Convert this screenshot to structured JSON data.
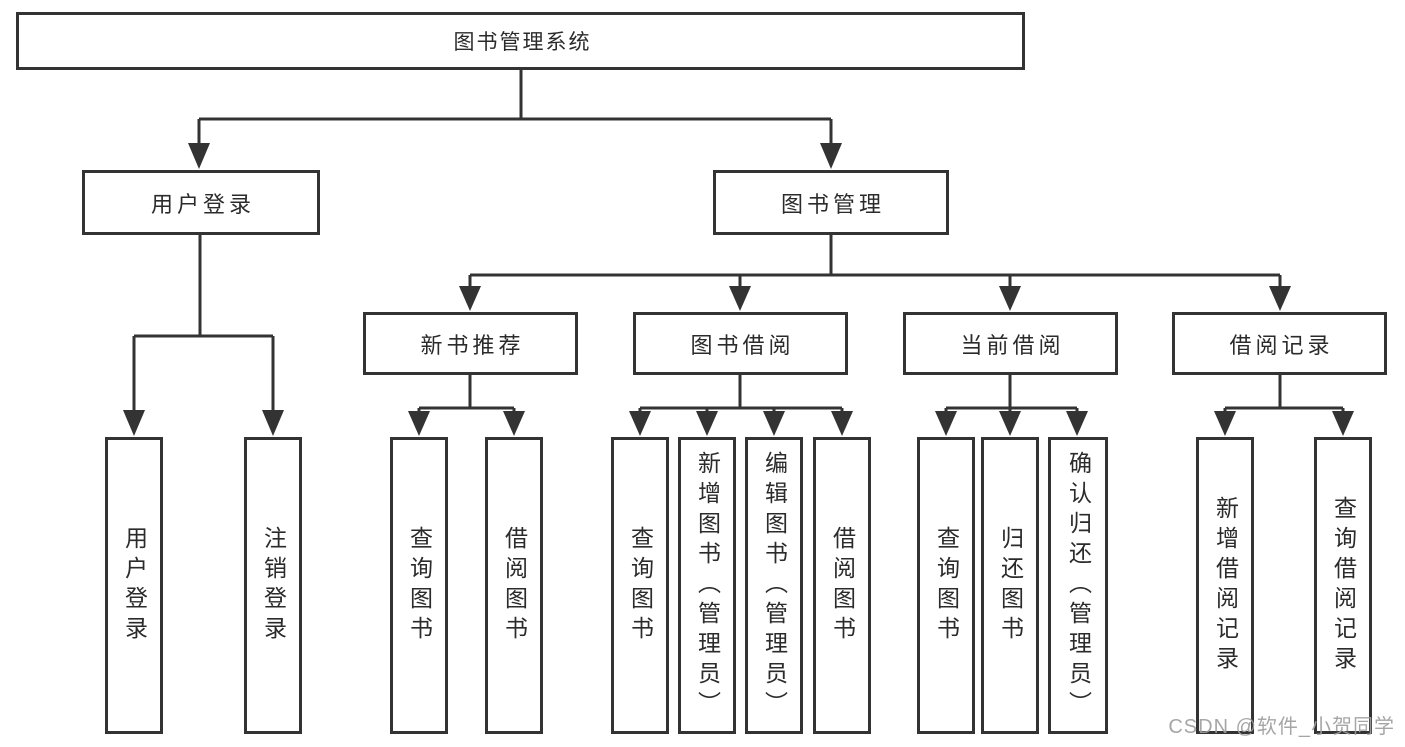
{
  "diagram": {
    "tree": {
      "root": {
        "label": "图书管理系统",
        "children": [
          {
            "label": "用户登录",
            "children": [
              {
                "label": "用户登录"
              },
              {
                "label": "注销登录"
              }
            ]
          },
          {
            "label": "图书管理",
            "children": [
              {
                "label": "新书推荐",
                "children": [
                  {
                    "label": "查询图书"
                  },
                  {
                    "label": "借阅图书"
                  }
                ]
              },
              {
                "label": "图书借阅",
                "children": [
                  {
                    "label": "查询图书"
                  },
                  {
                    "label": "新增图书（管理员）"
                  },
                  {
                    "label": "编辑图书（管理员）"
                  },
                  {
                    "label": "借阅图书"
                  }
                ]
              },
              {
                "label": "当前借阅",
                "children": [
                  {
                    "label": "查询图书"
                  },
                  {
                    "label": "归还图书"
                  },
                  {
                    "label": "确认归还（管理员）"
                  }
                ]
              },
              {
                "label": "借阅记录",
                "children": [
                  {
                    "label": "新增借阅记录"
                  },
                  {
                    "label": "查询借阅记录"
                  }
                ]
              }
            ]
          }
        ]
      }
    },
    "colors": {
      "line": "#333333",
      "box_border": "#333333",
      "box_fill": "#ffffff",
      "label_text": "#2b2b2b",
      "watermark": "#9e9e9e"
    }
  },
  "watermark": {
    "text": "CSDN @软件_小贺同学"
  }
}
